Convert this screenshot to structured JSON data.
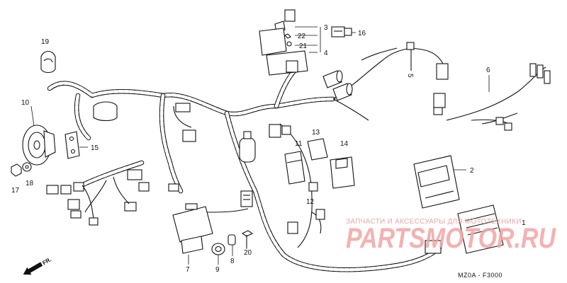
{
  "watermark": {
    "line": "ЗАПЧАСТИ И АКСЕССУАРЫ ДЛЯ МОТОТЕХНИКИ",
    "logo": "PARTSMOTOR.RU"
  },
  "diagram_code": "MZ0A - F3000",
  "direction_label": "FR.",
  "callouts": [
    {
      "id": "c1",
      "text": "1"
    },
    {
      "id": "c2",
      "text": "2"
    },
    {
      "id": "c3",
      "text": "3"
    },
    {
      "id": "c4",
      "text": "4"
    },
    {
      "id": "c5",
      "text": "5"
    },
    {
      "id": "c6",
      "text": "6"
    },
    {
      "id": "c7",
      "text": "7"
    },
    {
      "id": "c8",
      "text": "8"
    },
    {
      "id": "c9",
      "text": "9"
    },
    {
      "id": "c10",
      "text": "10"
    },
    {
      "id": "c11",
      "text": "11"
    },
    {
      "id": "c12",
      "text": "12"
    },
    {
      "id": "c13",
      "text": "13"
    },
    {
      "id": "c14",
      "text": "14"
    },
    {
      "id": "c15",
      "text": "15"
    },
    {
      "id": "c16",
      "text": "16"
    },
    {
      "id": "c17",
      "text": "17"
    },
    {
      "id": "c18",
      "text": "18"
    },
    {
      "id": "c19",
      "text": "19"
    },
    {
      "id": "c20",
      "text": "20"
    },
    {
      "id": "c21",
      "text": "21"
    },
    {
      "id": "c22",
      "text": "22"
    }
  ]
}
